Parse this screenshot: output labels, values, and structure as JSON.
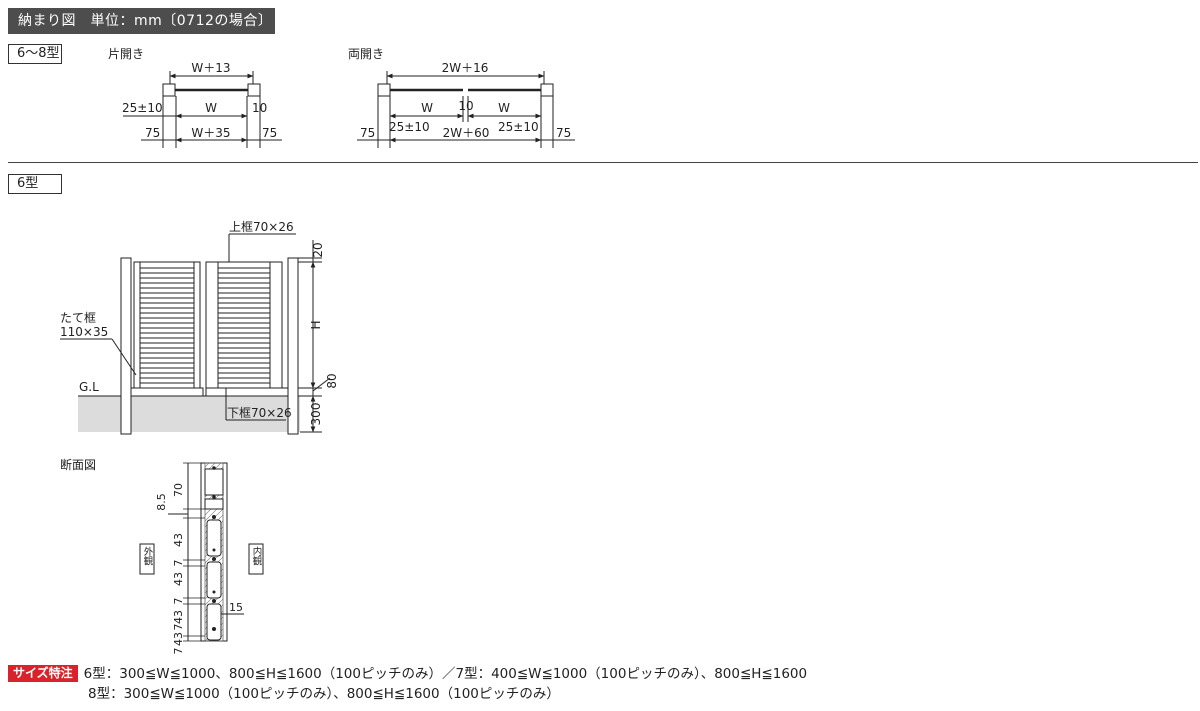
{
  "header": {
    "title": "納まり図　単位：mm〔0712の場合〕"
  },
  "sections": {
    "types_6_8": "6～8型",
    "type_6": "6型"
  },
  "single_opening": {
    "title": "片開き",
    "top_width": "W＋13",
    "inner_width": "W",
    "left_gap": "25±10",
    "right_gap": "10",
    "post_left": "75",
    "post_right": "75",
    "total_width": "W＋35"
  },
  "double_opening": {
    "title": "両開き",
    "top_width": "2W＋16",
    "leaf_left": "W",
    "center_gap": "10",
    "leaf_right": "W",
    "post_left": "75",
    "gap_left": "25±10",
    "total_width": "2W＋60",
    "gap_right": "25±10",
    "post_right": "75"
  },
  "elevation": {
    "top_frame": "上框70×26",
    "vertical_frame_line1": "たて框",
    "vertical_frame_line2": "110×35",
    "ground_level": "G.L",
    "bottom_frame": "下框70×26",
    "dim_top": "20",
    "dim_height": "H",
    "dim_bottom_gap": "80",
    "dim_embed": "300"
  },
  "section": {
    "title": "断面図",
    "outside_label": "外観",
    "inside_label": "内観",
    "dims": [
      "70",
      "8.5",
      "43",
      "7",
      "43",
      "7",
      "43",
      "7",
      "43",
      "7"
    ],
    "dim_15": "15"
  },
  "footer": {
    "badge": "サイズ特注",
    "line1": "6型：300≦W≦1000、800≦H≦1600（100ピッチのみ）／7型：400≦W≦1000（100ピッチのみ）、800≦H≦1600",
    "line2": "8型：300≦W≦1000（100ピッチのみ）、800≦H≦1600（100ピッチのみ）"
  }
}
